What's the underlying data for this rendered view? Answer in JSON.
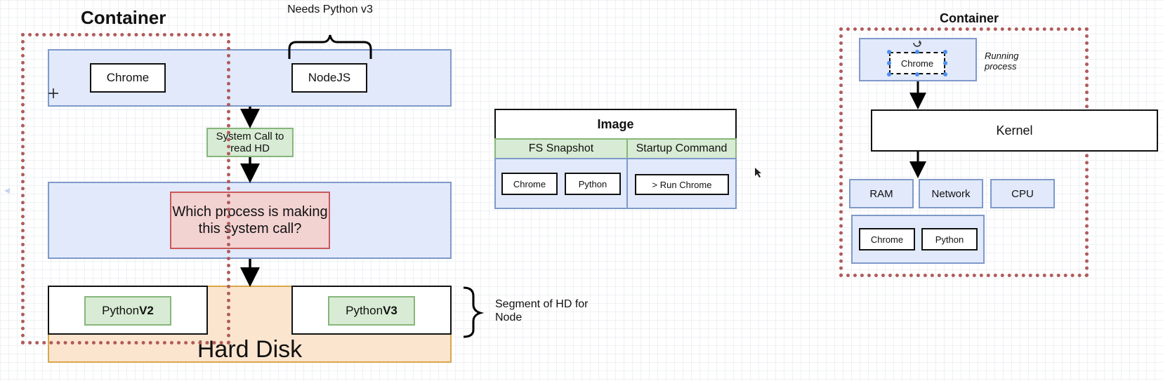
{
  "left": {
    "container_label": "Container",
    "needs_label": "Needs Python v3",
    "chrome": "Chrome",
    "nodejs": "NodeJS",
    "syscall": "System Call to read HD",
    "question": "Which process is making this system call?",
    "python_v2_prefix": "Python ",
    "python_v2_bold": "V2",
    "python_v3_prefix": "Python ",
    "python_v3_bold": "V3",
    "hard_disk": "Hard Disk",
    "segment_label": "Segment of HD for Node"
  },
  "image": {
    "title": "Image",
    "fs_snapshot": "FS Snapshot",
    "startup_command": "Startup Command",
    "chrome": "Chrome",
    "python": "Python",
    "run_chrome": "> Run Chrome"
  },
  "right": {
    "container_label": "Container",
    "chrome": "Chrome",
    "running_process": "Running process",
    "kernel": "Kernel",
    "ram": "RAM",
    "network": "Network",
    "cpu": "CPU",
    "chrome2": "Chrome",
    "python": "Python"
  },
  "colors": {
    "blue_fill": "#e1e9fb",
    "green_fill": "#d8ebd4",
    "red_fill": "#f3d2d2",
    "orange_fill": "#fbe5cf",
    "container_border": "#b15b5b"
  }
}
